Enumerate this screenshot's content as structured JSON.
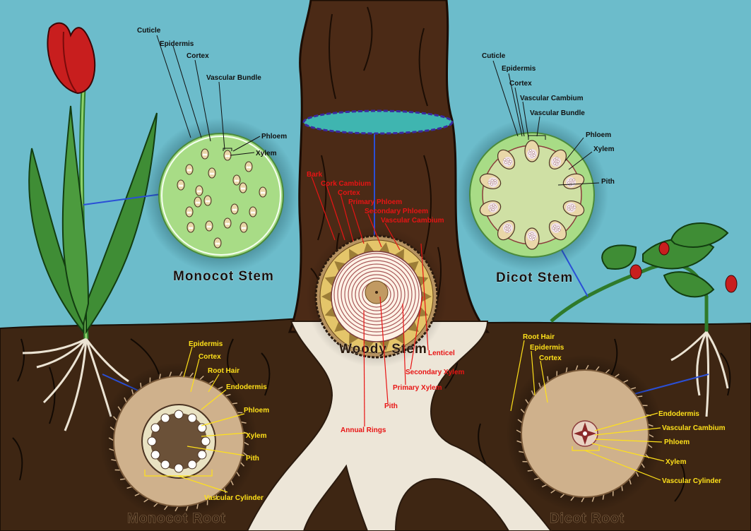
{
  "colors": {
    "sky": "#6cbccb",
    "soil": "#3e2613",
    "bark": "#4b2a16",
    "monocot_stem_fill": "#a8dc86",
    "dicot_stem_fill": "#cfe0a4",
    "root_fill": "#cfb18c",
    "label_dark": "#111111",
    "label_yellow": "#ffe11a",
    "label_red": "#e81414"
  },
  "titles": {
    "monocot_stem": "Monocot Stem",
    "dicot_stem": "Dicot Stem",
    "woody_stem": "Woody Stem",
    "monocot_root": "Monocot Root",
    "dicot_root": "Dicot Root"
  },
  "labels": {
    "monocot_stem": {
      "cuticle": "Cuticle",
      "epidermis": "Epidermis",
      "cortex": "Cortex",
      "vascular_bundle": "Vascular Bundle",
      "phloem": "Phloem",
      "xylem": "Xylem"
    },
    "dicot_stem": {
      "cuticle": "Cuticle",
      "epidermis": "Epidermis",
      "cortex": "Cortex",
      "vascular_cambium": "Vascular Cambium",
      "vascular_bundle": "Vascular Bundle",
      "phloem": "Phloem",
      "xylem": "Xylem",
      "pith": "Pith"
    },
    "woody_stem": {
      "bark": "Bark",
      "cork_cambium": "Cork Cambium",
      "cortex": "Cortex",
      "primary_phloem": "Primary Phloem",
      "secondary_phloem": "Secondary Phloem",
      "vascular_cambium": "Vascular Cambium",
      "lenticel": "Lenticel",
      "secondary_xylem": "Secondary Xylem",
      "primary_xylem": "Primary Xylem",
      "pith": "Pith",
      "annual_rings": "Annual Rings"
    },
    "monocot_root": {
      "epidermis": "Epidermis",
      "cortex": "Cortex",
      "root_hair": "Root Hair",
      "endodermis": "Endodermis",
      "phloem": "Phloem",
      "xylem": "Xylem",
      "pith": "Pith",
      "vascular_cylinder": "Vascular Cylinder"
    },
    "dicot_root": {
      "root_hair": "Root Hair",
      "epidermis": "Epidermis",
      "cortex": "Cortex",
      "endodermis": "Endodermis",
      "vascular_cambium": "Vascular Cambium",
      "phloem": "Phloem",
      "xylem": "Xylem",
      "vascular_cylinder": "Vascular Cylinder"
    }
  }
}
